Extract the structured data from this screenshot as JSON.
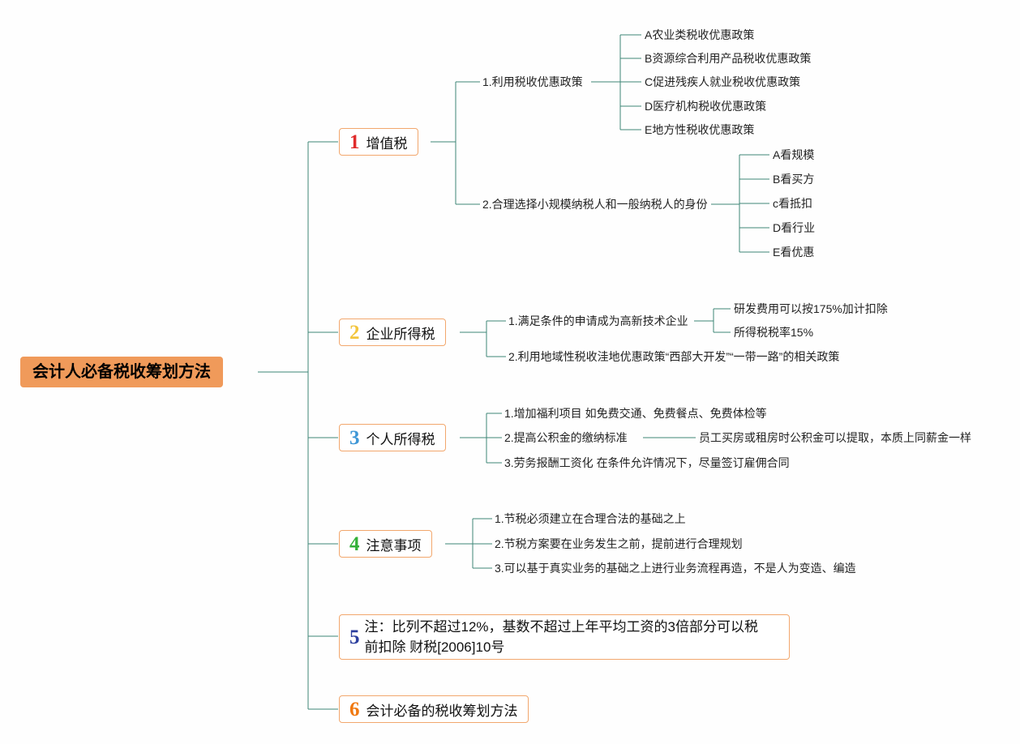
{
  "root": {
    "label": "会计人必备税收筹划方法",
    "bg": "#f09a5a"
  },
  "line_color": "#3e8677",
  "branch_border_color": "#f2a76d",
  "branches": [
    {
      "num": "1",
      "num_color": "#e02b2b",
      "label": "增值税",
      "children": [
        {
          "label": "1.利用税收优惠政策",
          "children": [
            {
              "label": "A农业类税收优惠政策"
            },
            {
              "label": "B资源综合利用产品税收优惠政策"
            },
            {
              "label": "C促进残疾人就业税收优惠政策"
            },
            {
              "label": "D医疗机构税收优惠政策"
            },
            {
              "label": "E地方性税收优惠政策"
            }
          ]
        },
        {
          "label": "2.合理选择小规模纳税人和一般纳税人的身份",
          "children": [
            {
              "label": "A看规模"
            },
            {
              "label": "B看买方"
            },
            {
              "label": "c看抵扣"
            },
            {
              "label": "D看行业"
            },
            {
              "label": "E看优惠"
            }
          ]
        }
      ]
    },
    {
      "num": "2",
      "num_color": "#f3c53d",
      "label": "企业所得税",
      "children": [
        {
          "label": "1.满足条件的申请成为高新技术企业",
          "children": [
            {
              "label": "研发费用可以按175%加计扣除"
            },
            {
              "label": "所得税税率15%"
            }
          ]
        },
        {
          "label": "2.利用地域性税收洼地优惠政策“西部大开发”“一带一路”的相关政策"
        }
      ]
    },
    {
      "num": "3",
      "num_color": "#3f97d6",
      "label": "个人所得税",
      "children": [
        {
          "label": "1.增加福利项目 如免费交通、免费餐点、免费体检等"
        },
        {
          "label": "2.提高公积金的缴纳标准",
          "children": [
            {
              "label": "员工买房或租房时公积金可以提取，本质上同薪金一样"
            }
          ]
        },
        {
          "label": "3.劳务报酬工资化 在条件允许情况下，尽量签订雇佣合同"
        }
      ]
    },
    {
      "num": "4",
      "num_color": "#33b139",
      "label": "注意事项",
      "children": [
        {
          "label": "1.节税必须建立在合理合法的基础之上"
        },
        {
          "label": "2.节税方案要在业务发生之前，提前进行合理规划"
        },
        {
          "label": "3.可以基于真实业务的基础之上进行业务流程再造，不是人为变造、编造"
        }
      ]
    },
    {
      "num": "5",
      "num_color": "#2c3f9e",
      "label": "注：比列不超过12%，基数不超过上年平均工资的3倍部分可以税前扣除 财税[2006]10号"
    },
    {
      "num": "6",
      "num_color": "#f0780f",
      "label": "会计必备的税收筹划方法"
    }
  ]
}
